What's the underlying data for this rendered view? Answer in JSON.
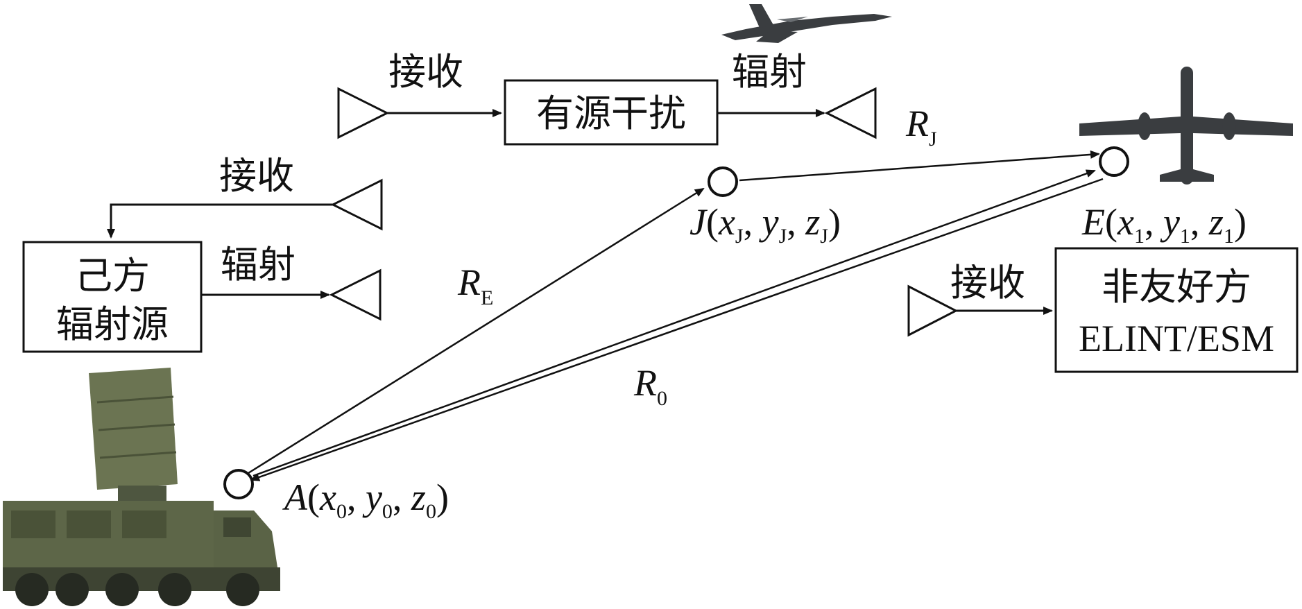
{
  "labels": {
    "receive": "接收",
    "radiate": "辐射",
    "active_jamming": "有源干扰",
    "own_emitter_line1": "己方",
    "own_emitter_line2": "辐射源",
    "hostile_line1": "非友好方",
    "hostile_line2": "ELINT/ESM",
    "R_J": "R",
    "R_J_sub": "J",
    "R_E": "R",
    "R_E_sub": "E",
    "R_0": "R",
    "R_0_sub": "0"
  },
  "points": {
    "A": {
      "name": "A",
      "x": "x",
      "x_sub": "0",
      "y": "y",
      "y_sub": "0",
      "z": "z",
      "z_sub": "0"
    },
    "J": {
      "name": "J",
      "x": "x",
      "x_sub": "J",
      "y": "y",
      "y_sub": "J",
      "z": "z",
      "z_sub": "J"
    },
    "E": {
      "name": "E",
      "x": "x",
      "x_sub": "1",
      "y": "y",
      "y_sub": "1",
      "z": "z",
      "z_sub": "1"
    }
  },
  "colors": {
    "stroke": "#111111",
    "vehicle": "#5d6648",
    "aircraft": "#3a3d40"
  },
  "icons": [
    "radar-truck-icon",
    "fighter-jet-icon",
    "surveillance-aircraft-icon",
    "antenna-icon"
  ]
}
